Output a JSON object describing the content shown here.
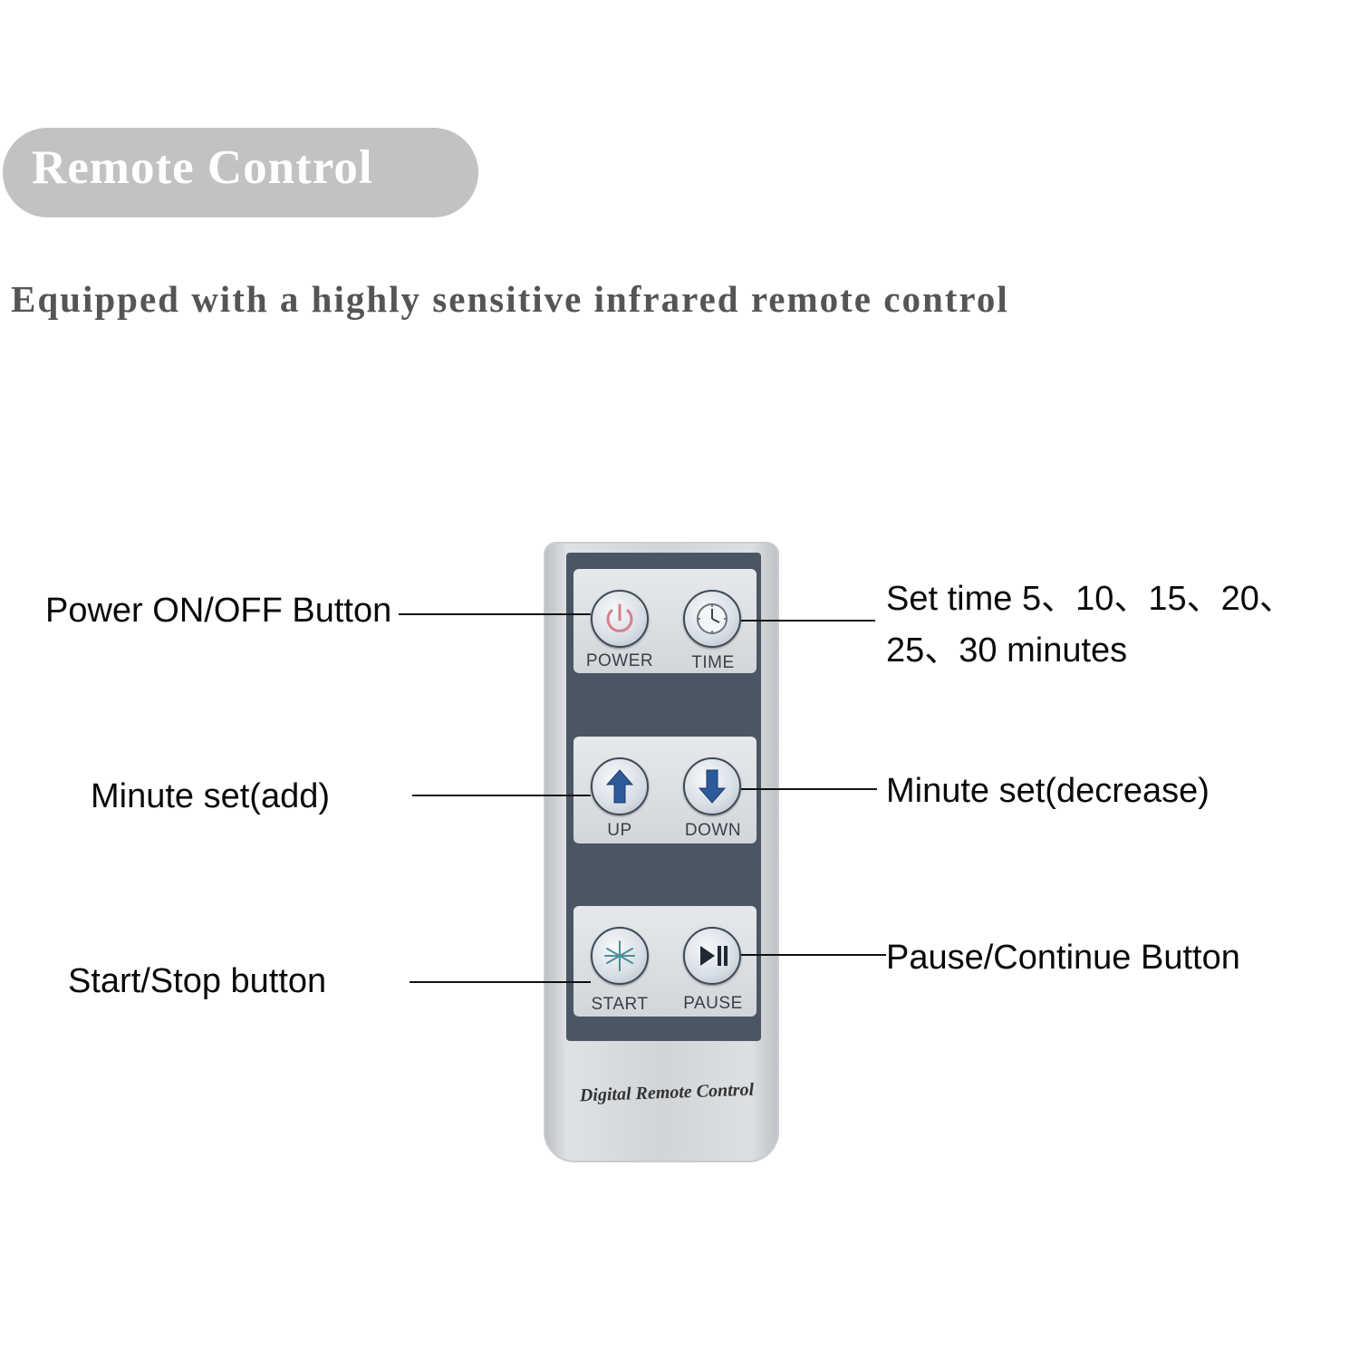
{
  "header": {
    "badge": "Remote Control",
    "subtitle": "Equipped with a highly sensitive infrared remote control"
  },
  "callouts": {
    "power": "Power ON/OFF Button",
    "time_line1": "Set time 5、10、15、20、",
    "time_line2": "25、30 minutes",
    "up": "Minute set(add)",
    "down": "Minute set(decrease)",
    "start": "Start/Stop button",
    "pause": "Pause/Continue Button"
  },
  "remote": {
    "buttons": {
      "power": "POWER",
      "time": "TIME",
      "up": "UP",
      "down": "DOWN",
      "start": "START",
      "pause": "PAUSE"
    },
    "brand": "Digital Remote Control"
  },
  "icons": [
    "power-icon",
    "clock-icon",
    "arrow-up-icon",
    "arrow-down-icon",
    "snowflake-icon",
    "play-pause-icon"
  ],
  "colors": {
    "badge_bg": "#c3c1c1",
    "subtitle_text": "#555555",
    "panel": "#4a5664",
    "arrow_blue": "#2d5a9a"
  }
}
